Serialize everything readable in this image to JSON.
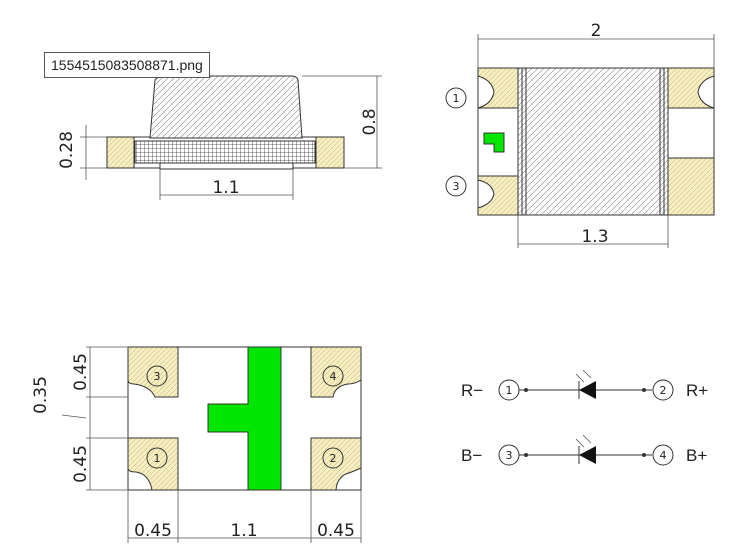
{
  "filename": "1554515083508871.png",
  "side_view": {
    "height": "0.8",
    "pad_thickness": "0.28",
    "bottom_width": "1.1"
  },
  "top_view": {
    "width": "2",
    "lens_width": "1.3",
    "pins": [
      "1",
      "3"
    ]
  },
  "bottom_view": {
    "pad_height_top": "0.45",
    "pad_height_bottom": "0.45",
    "gap": "0.35",
    "pad_width_left": "0.45",
    "center_width": "1.1",
    "pad_width_right": "0.45",
    "pins": [
      "3",
      "4",
      "1",
      "2"
    ]
  },
  "schematic": {
    "rows": [
      {
        "left_label": "R−",
        "left_pin": "1",
        "right_pin": "2",
        "right_label": "R+"
      },
      {
        "left_label": "B−",
        "left_pin": "3",
        "right_pin": "4",
        "right_label": "B+"
      }
    ]
  },
  "colors": {
    "pad": "#f7efc4",
    "polarity_mark": "#00e600",
    "body": "#ffffff",
    "line": "#333333"
  }
}
